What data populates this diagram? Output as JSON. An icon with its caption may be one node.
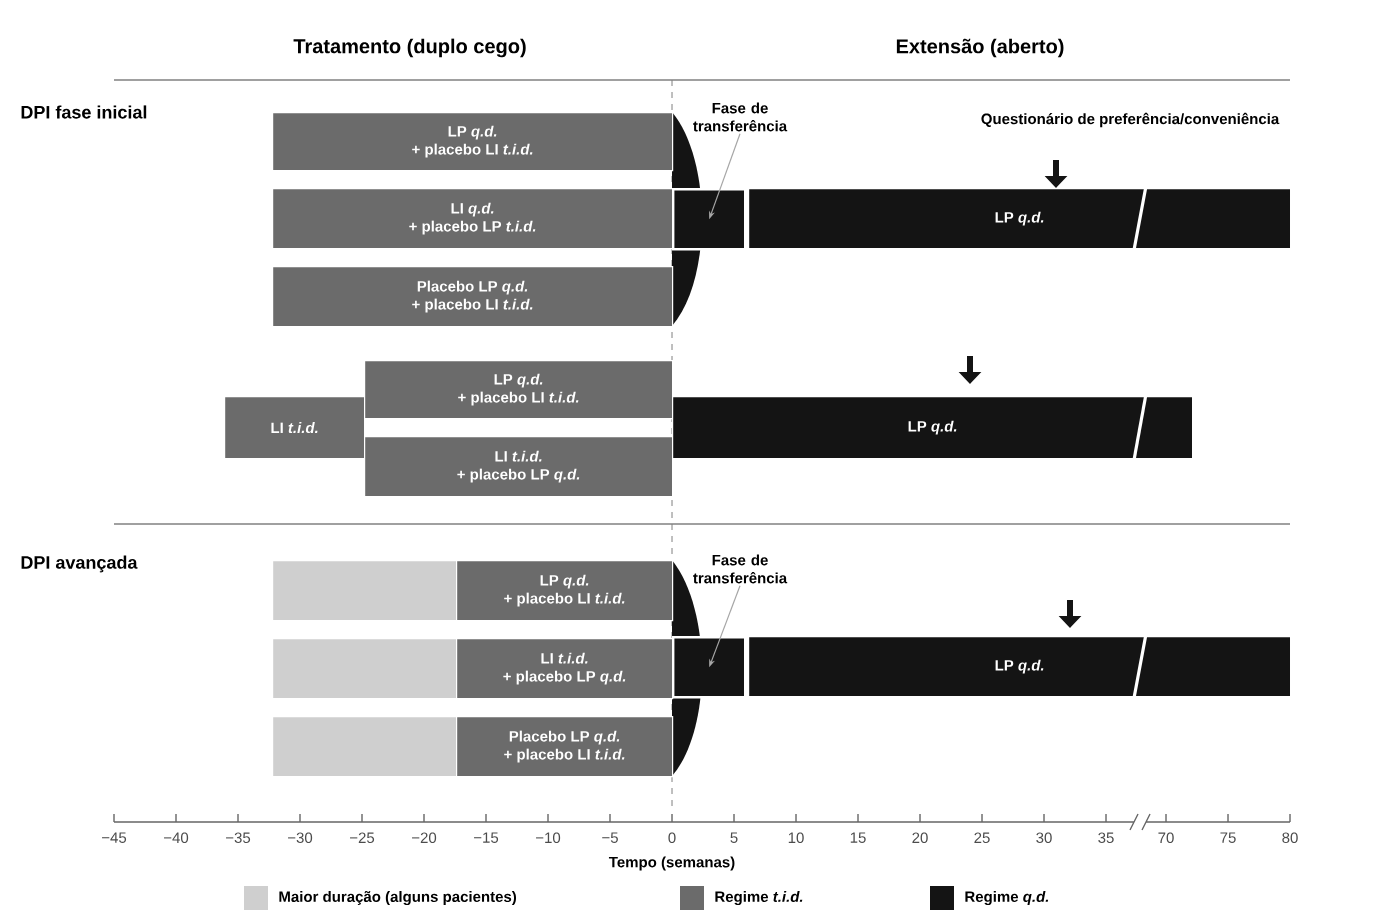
{
  "diagram": {
    "nodes": [
      {
        "text": [
          "LP *q.d.*",
          "+ placebo LI *t.i.d.*"
        ]
      },
      {
        "text": [
          "LI *q.d.*",
          "+ placebo LP *t.i.d.*"
        ]
      },
      {
        "text": [
          "Placebo LP *q.d.*",
          "+ placebo LI *t.i.d.*"
        ]
      },
      {
        "text": [
          "LP *q.d.*"
        ]
      },
      {
        "text": [],
        "shape": "box"
      },
      {
        "text": [
          "Fase de transferência"
        ]
      },
      {
        "text": [
          "LI *t.i.d.*"
        ]
      },
      {
        "text": [
          "LP *q.d.*",
          "+ placebo LI *t.i.d.*"
        ]
      },
      {
        "text": [
          "LI *t.i.d.*",
          "+ placebo LP *q.d.*"
        ]
      },
      {
        "text": [
          "LP *q.d.*"
        ]
      },
      {
        "text": [],
        "shape": "bar"
      },
      {
        "text": [
          "LP *q.d.*",
          "+ placebo LI *t.i.d.*"
        ]
      },
      {
        "text": [],
        "shape": "bar"
      },
      {
        "text": [
          "LI *t.i.d.*",
          "+ placebo LP *q.d.*"
        ]
      },
      {
        "text": [],
        "shape": "bar"
      },
      {
        "text": [
          "Placebo LP *q.d.*",
          "+ placebo LI *t.i.d.*"
        ]
      },
      {
        "text": [
          "Fase de transferência"
        ]
      },
      {
        "text": [
          "LP *q.d.*"
        ]
      },
      {
        "text": [],
        "shape": "box"
      }
    ],
    "edges": [
      {
        "from": 5,
        "to": 4,
        "arrow": "to"
      },
      {
        "from": 16,
        "to": 18,
        "arrow": "to"
      }
    ],
    "labels": [
      "Tratamento (duplo cego)",
      "Extensão (aberto)",
      "DPI fase inicial",
      "Questionário de preferência/conveniência",
      "DPI avançada",
      "−45",
      "−40",
      "−35",
      "−30",
      "−25",
      "−20",
      "−15",
      "−10",
      "−5",
      "0",
      "5",
      "10",
      "15",
      "20",
      "25",
      "30",
      "35",
      "70",
      "75",
      "80",
      "Tempo (semanas)"
    ],
    "legend": [
      {
        "text": "Maior duração (alguns pacientes)",
        "color": "#cfcfcf"
      },
      {
        "text": "Regime *t.i.d.*",
        "color": "#6b6b6b"
      },
      {
        "text": "Regime *q.d.*",
        "color": "#141414"
      }
    ]
  }
}
